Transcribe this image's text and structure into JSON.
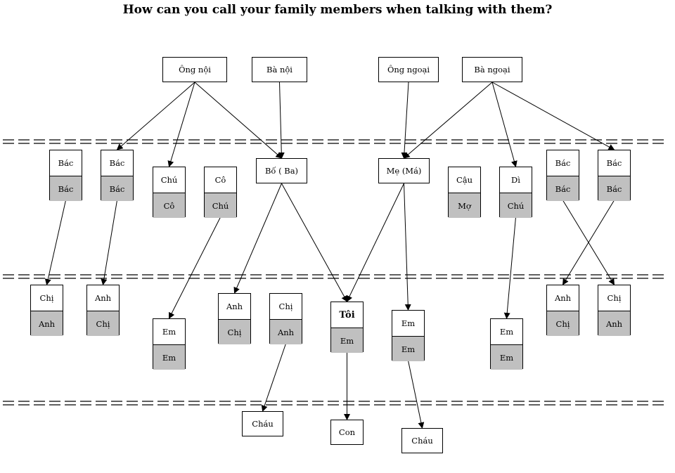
{
  "title": "How can you call your family members when talking with them?",
  "nodes": [
    {
      "id": "ong-noi",
      "top": "Ông nội"
    },
    {
      "id": "ba-noi",
      "top": "Bà nội"
    },
    {
      "id": "ong-ngoai",
      "top": "Ông ngoại"
    },
    {
      "id": "ba-ngoai",
      "top": "Bà ngoại"
    },
    {
      "id": "bac-1",
      "top": "Bác",
      "bottom": "Bác"
    },
    {
      "id": "bac-2",
      "top": "Bác",
      "bottom": "Bác"
    },
    {
      "id": "chu",
      "top": "Chú",
      "bottom": "Cô"
    },
    {
      "id": "co",
      "top": "Cô",
      "bottom": "Chú"
    },
    {
      "id": "bo",
      "top": "Bố ( Ba)"
    },
    {
      "id": "me",
      "top": "Mẹ (Má)"
    },
    {
      "id": "cau",
      "top": "Cậu",
      "bottom": "Mợ"
    },
    {
      "id": "di",
      "top": "Dì",
      "bottom": "Chú"
    },
    {
      "id": "bac-3",
      "top": "Bác",
      "bottom": "Bác"
    },
    {
      "id": "bac-4",
      "top": "Bác",
      "bottom": "Bác"
    },
    {
      "id": "chi-1",
      "top": "Chị",
      "bottom": "Anh"
    },
    {
      "id": "anh-1",
      "top": "Anh",
      "bottom": "Chị"
    },
    {
      "id": "em-1",
      "top": "Em",
      "bottom": "Em"
    },
    {
      "id": "anh-2",
      "top": "Anh",
      "bottom": "Chị"
    },
    {
      "id": "chi-2",
      "top": "Chị",
      "bottom": "Anh"
    },
    {
      "id": "toi",
      "top": "Tôi",
      "bottom": "Em"
    },
    {
      "id": "em-2",
      "top": "Em",
      "bottom": "Em"
    },
    {
      "id": "em-3",
      "top": "Em",
      "bottom": "Em"
    },
    {
      "id": "anh-3",
      "top": "Anh",
      "bottom": "Chị"
    },
    {
      "id": "chi-3",
      "top": "Chị",
      "bottom": "Anh"
    },
    {
      "id": "chau-1",
      "top": "Cháu"
    },
    {
      "id": "con",
      "top": "Con"
    },
    {
      "id": "chau-2",
      "top": "Cháu"
    }
  ],
  "edges": [
    [
      "ong-noi",
      "bac-2"
    ],
    [
      "ong-noi",
      "chu"
    ],
    [
      "ong-noi",
      "bo"
    ],
    [
      "ba-noi",
      "bo"
    ],
    [
      "ong-ngoai",
      "me"
    ],
    [
      "ba-ngoai",
      "me"
    ],
    [
      "ba-ngoai",
      "di"
    ],
    [
      "ba-ngoai",
      "bac-4"
    ],
    [
      "bac-1",
      "chi-1"
    ],
    [
      "bac-2",
      "anh-1"
    ],
    [
      "co",
      "em-1"
    ],
    [
      "bo",
      "anh-2"
    ],
    [
      "bo",
      "toi"
    ],
    [
      "me",
      "toi"
    ],
    [
      "me",
      "em-2"
    ],
    [
      "di",
      "em-3"
    ],
    [
      "bac-3",
      "chi-3"
    ],
    [
      "bac-4",
      "anh-3"
    ],
    [
      "chi-2",
      "chau-1"
    ],
    [
      "toi",
      "con"
    ],
    [
      "em-2",
      "chau-2"
    ]
  ]
}
